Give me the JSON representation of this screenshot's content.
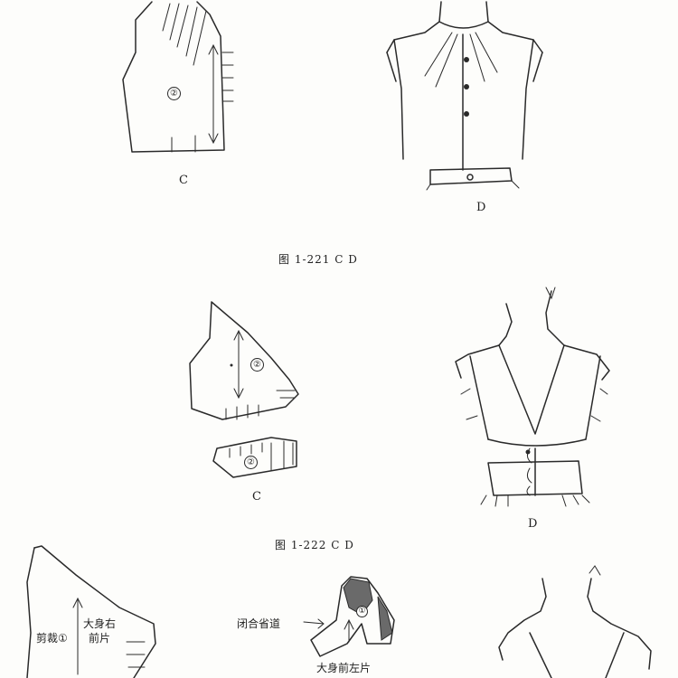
{
  "fig_221": {
    "pattern_label": "C",
    "garment_label": "D",
    "piece_number": "②",
    "caption": "图 1-221 C D"
  },
  "fig_222": {
    "pattern_label": "C",
    "garment_label": "D",
    "piece_number_bodice": "②",
    "piece_number_band": "②",
    "caption": "图 1-222 C D"
  },
  "fig_223": {
    "front_right_label_1": "大身右",
    "front_right_label_2": "前片",
    "cut_label": "剪裁①",
    "close_dart_label": "闭合省道",
    "front_left_label": "大身前左片",
    "piece_number": "①"
  }
}
